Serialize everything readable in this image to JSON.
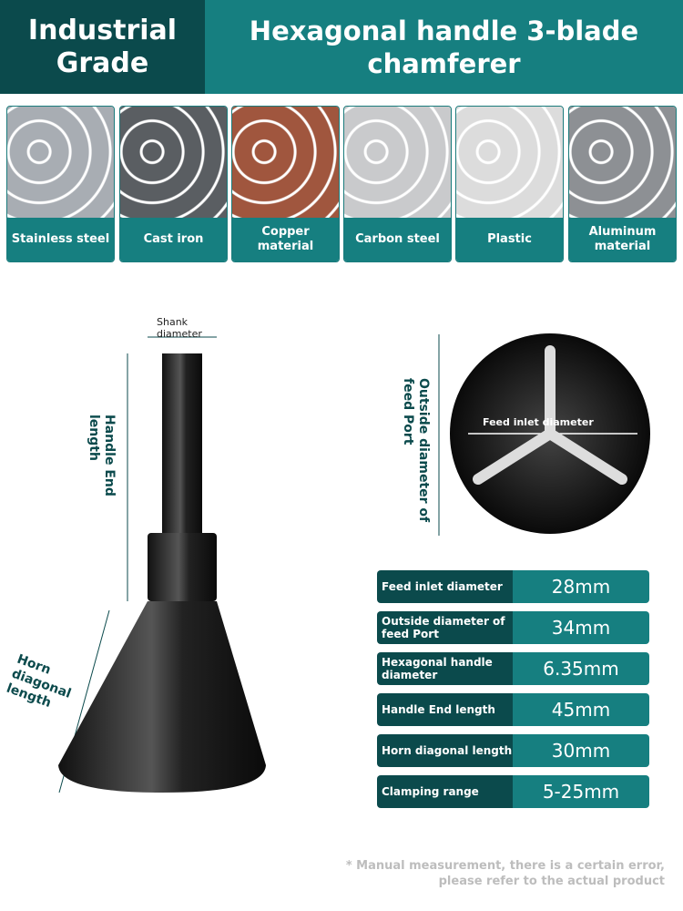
{
  "header": {
    "left_title": "Industrial Grade",
    "right_title": "Hexagonal handle 3-blade chamferer"
  },
  "materials": [
    {
      "label": "Stainless steel",
      "color": "#a8adb3"
    },
    {
      "label": "Cast iron",
      "color": "#5a5e62"
    },
    {
      "label": "Copper material",
      "color": "#a0563e"
    },
    {
      "label": "Carbon steel",
      "color": "#c9cacc"
    },
    {
      "label": "Plastic",
      "color": "#dcdcdc"
    },
    {
      "label": "Aluminum material",
      "color": "#8d9094"
    }
  ],
  "diagram": {
    "shank_diameter": "Shank diameter",
    "handle_end_length": "Handle End length",
    "horn_diagonal_length": "Horn diagonal length",
    "outside_diameter": "Outside diameter of feed Port",
    "feed_inlet_diameter": "Feed inlet diameter"
  },
  "specs": [
    {
      "label": "Feed inlet diameter",
      "value": "28mm"
    },
    {
      "label": "Outside diameter of feed Port",
      "value": "34mm"
    },
    {
      "label": "Hexagonal handle diameter",
      "value": "6.35mm"
    },
    {
      "label": "Handle End length",
      "value": "45mm"
    },
    {
      "label": "Horn diagonal length",
      "value": "30mm"
    },
    {
      "label": "Clamping range",
      "value": "5-25mm"
    }
  ],
  "footnote": "* Manual measurement, there is a certain error, please refer to the actual product",
  "colors": {
    "dark_teal": "#0b4a4c",
    "teal": "#167f80"
  }
}
